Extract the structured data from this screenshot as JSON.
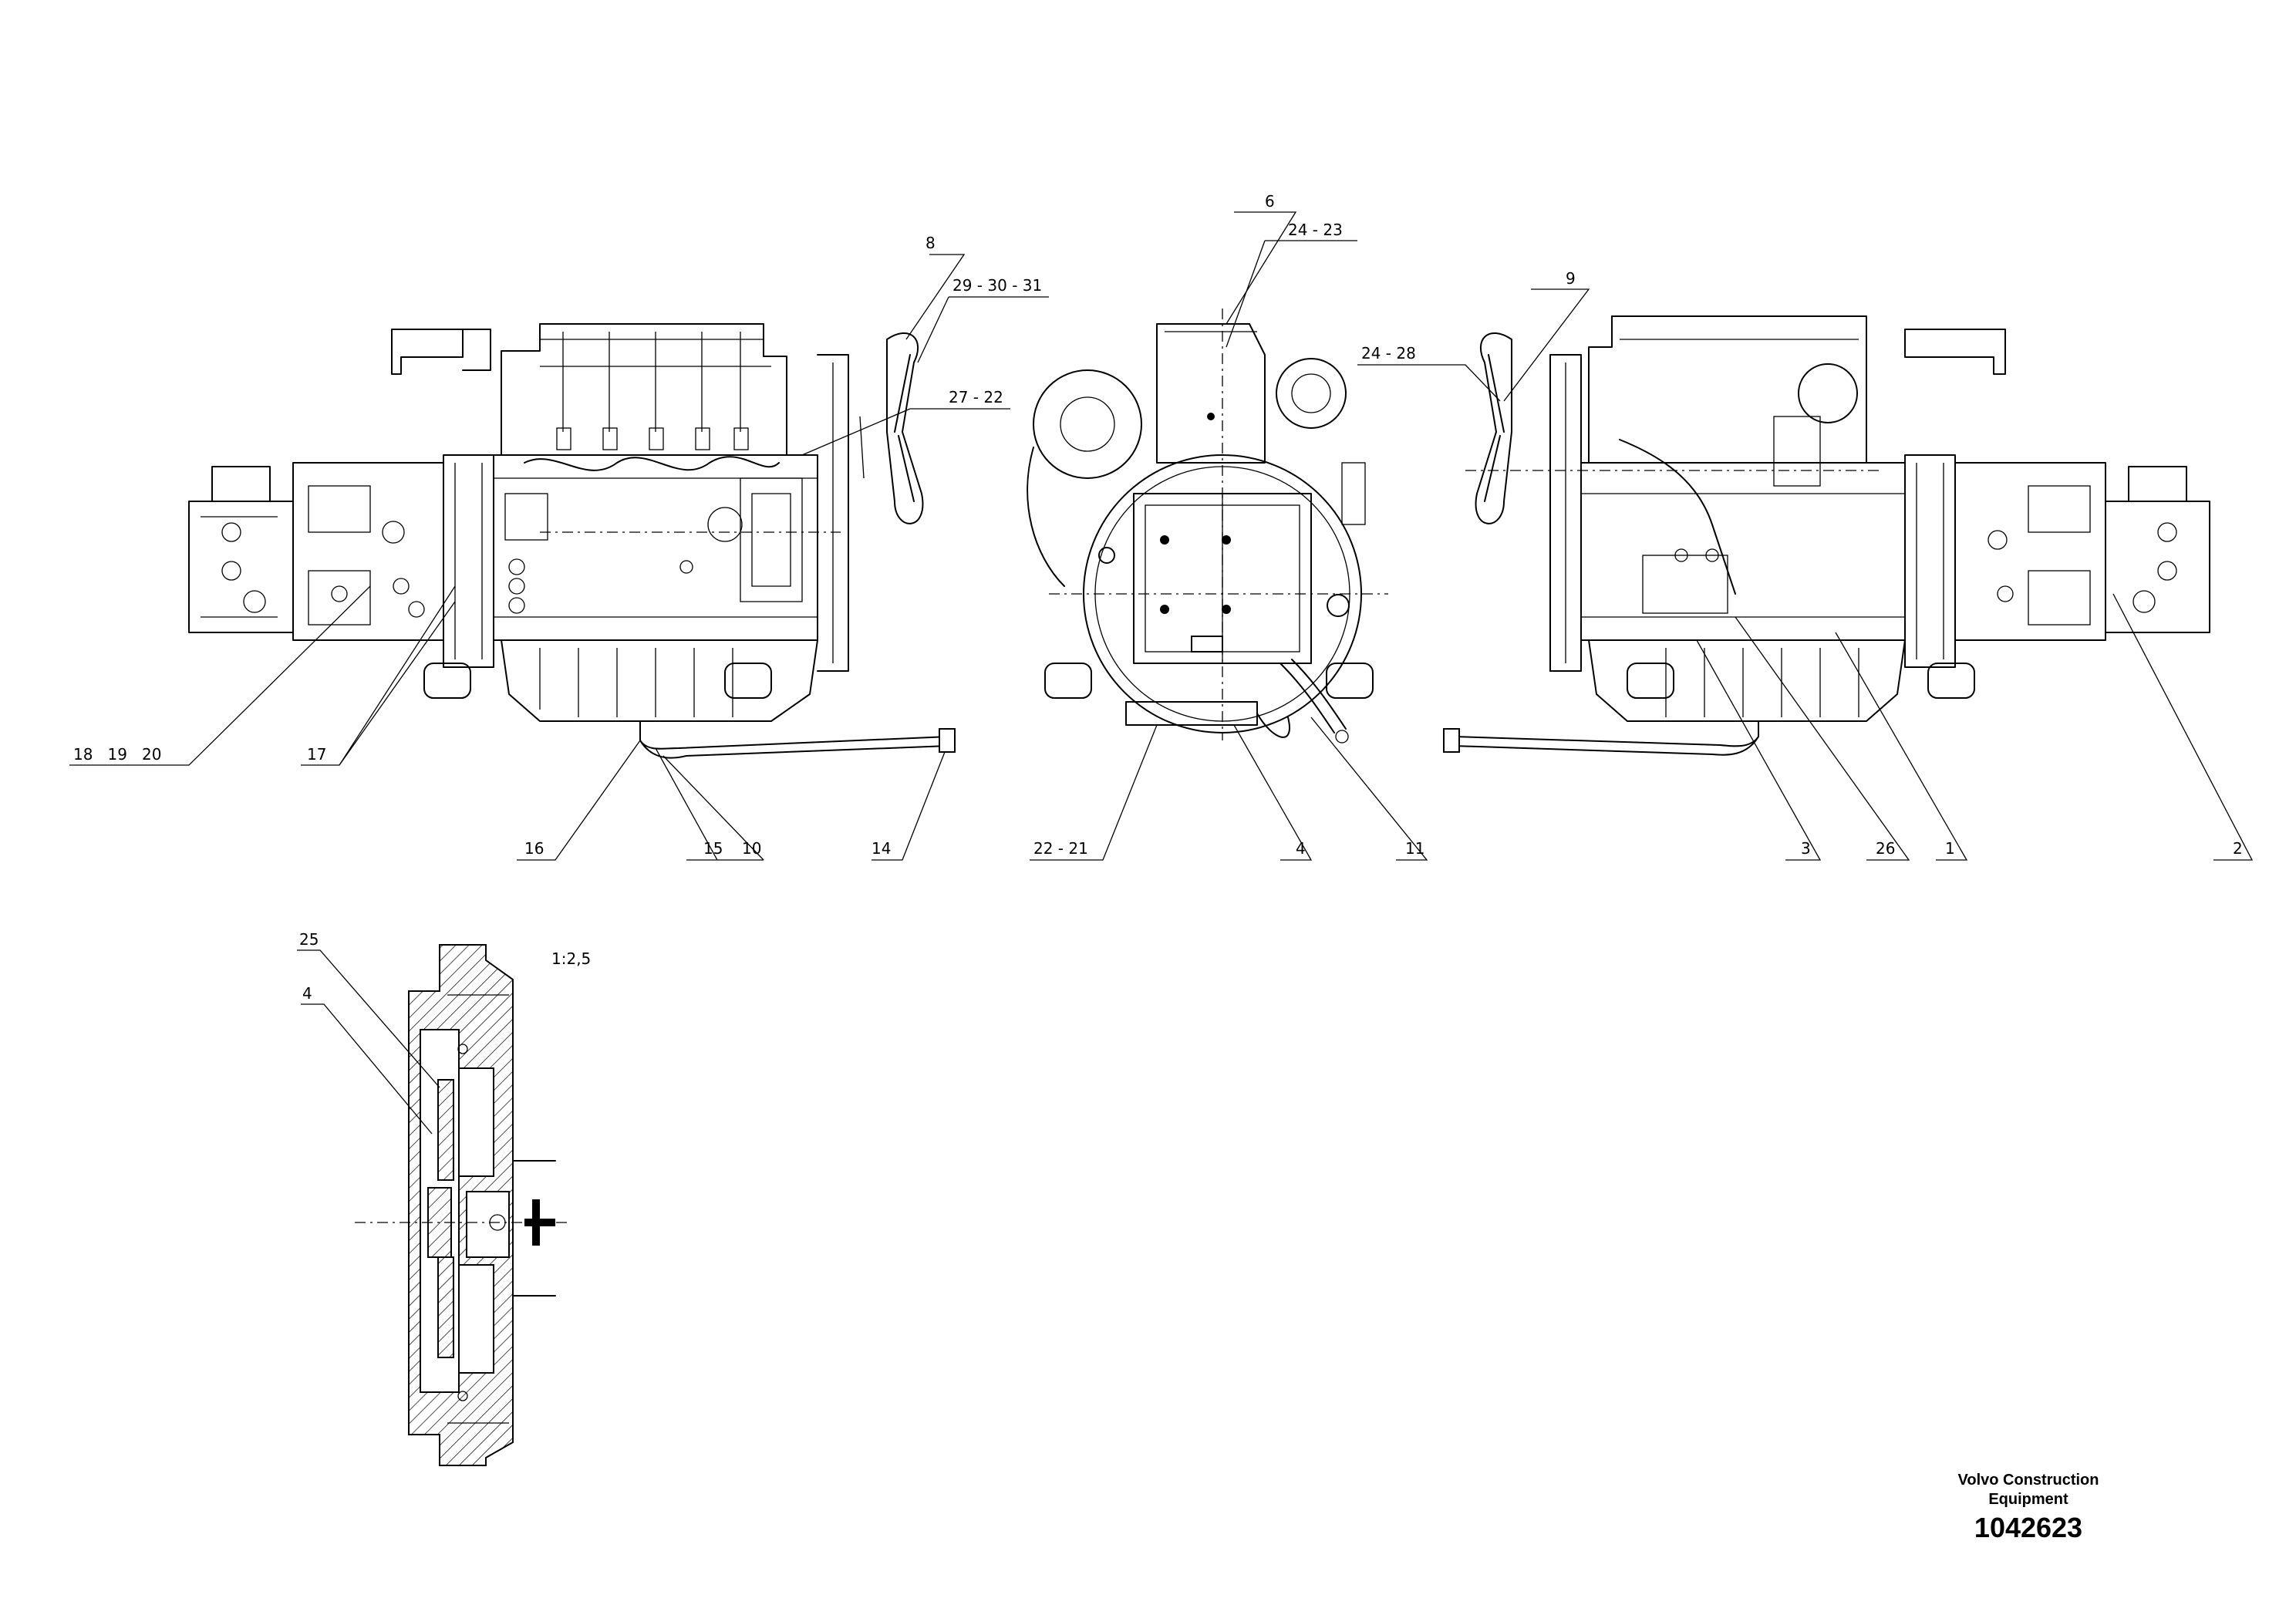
{
  "callouts": {
    "c8": "8",
    "c29_30_31": "29 - 30 - 31",
    "c27_22": "27 - 22",
    "c6": "6",
    "c24_23": "24 - 23",
    "c9": "9",
    "c24_28": "24 - 28",
    "c18_19_20": "18   19   20",
    "c17": "17",
    "c16": "16",
    "c15": "15",
    "c10": "10",
    "c14": "14",
    "c22_21": "22 - 21",
    "c4": "4",
    "c11": "11",
    "c3": "3",
    "c26": "26",
    "c1": "1",
    "c2": "2",
    "c25": "25",
    "c4_detail": "4",
    "scale": "1:2,5"
  },
  "footer": {
    "brand_line1": "Volvo Construction",
    "brand_line2": "Equipment",
    "doc_number": "1042623"
  }
}
